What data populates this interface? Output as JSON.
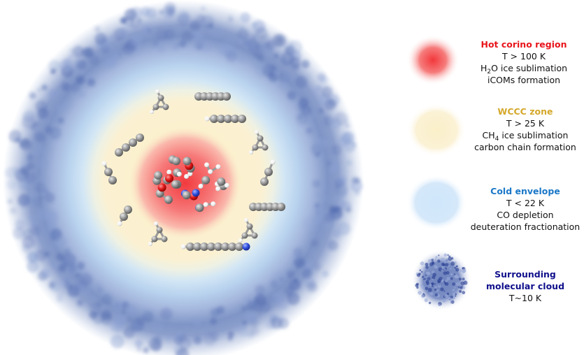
{
  "colors": {
    "hot": "#e8161c",
    "wccc": "#d4a82a",
    "cold": "#1a78c8",
    "cloud": "#10108c",
    "carbon": "#8a8a8a",
    "oxygen": "#e01010",
    "nitrogen": "#2a4ae0",
    "hydrogen": "#f4f4f4"
  },
  "legend": [
    {
      "id": "hot",
      "title": "Hot corino region",
      "lines": [
        {
          "pre": "T > 100 K",
          "sub": "",
          "post": ""
        },
        {
          "pre": "H",
          "sub": "2",
          "post": "O ice sublimation"
        },
        {
          "pre": "iCOMs formation",
          "sub": "",
          "post": ""
        }
      ]
    },
    {
      "id": "wccc",
      "title": "WCCC zone",
      "lines": [
        {
          "pre": "T > 25 K",
          "sub": "",
          "post": ""
        },
        {
          "pre": "CH",
          "sub": "4",
          "post": " ice sublimation"
        },
        {
          "pre": "carbon chain formation",
          "sub": "",
          "post": ""
        }
      ]
    },
    {
      "id": "cold",
      "title": "Cold envelope",
      "lines": [
        {
          "pre": "T < 22 K",
          "sub": "",
          "post": ""
        },
        {
          "pre": "CO depletion",
          "sub": "",
          "post": ""
        },
        {
          "pre": "deuteration fractionation",
          "sub": "",
          "post": ""
        }
      ]
    },
    {
      "id": "cloud",
      "title": "Surrounding molecular cloud",
      "lines": [
        {
          "pre": "T~10 K",
          "sub": "",
          "post": ""
        }
      ]
    }
  ]
}
